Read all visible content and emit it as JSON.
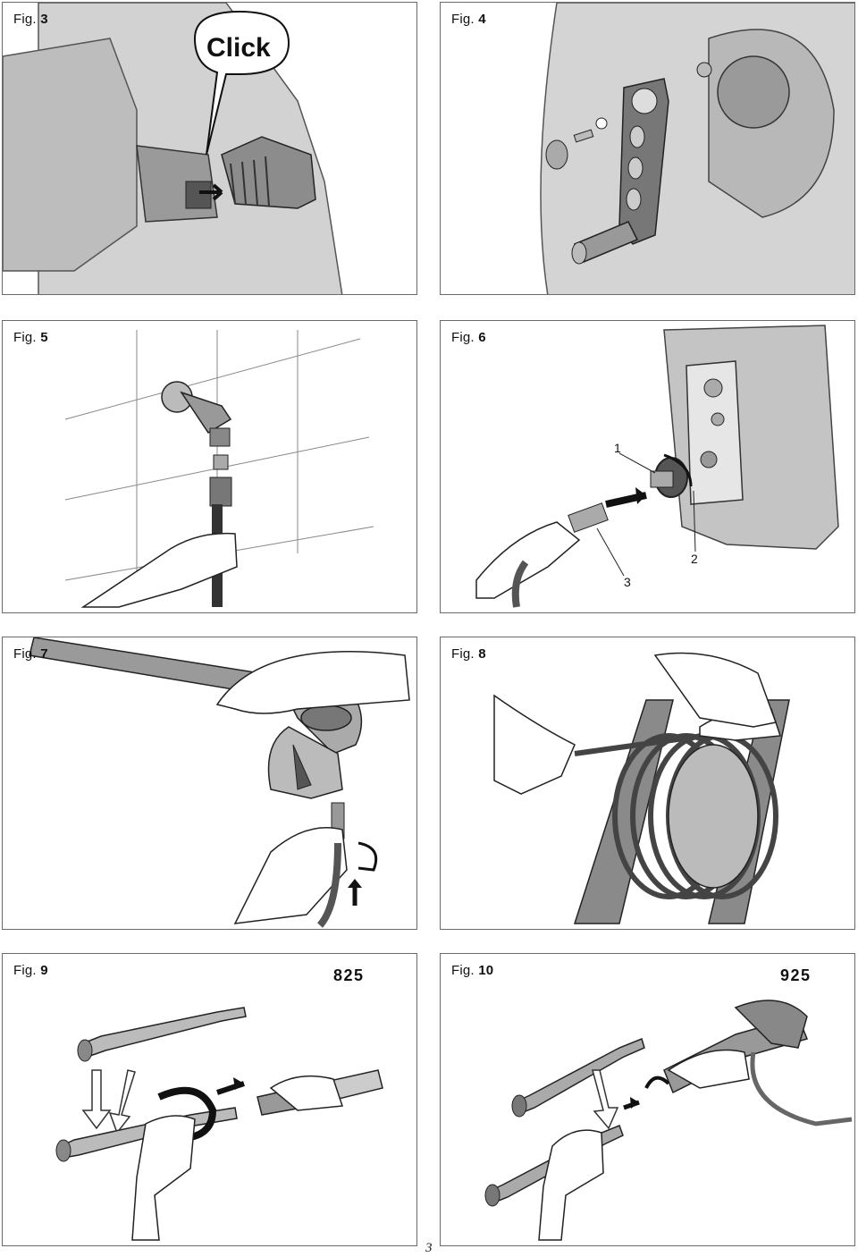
{
  "figures": [
    {
      "prefix": "Fig.",
      "number": "3",
      "speech": "Click"
    },
    {
      "prefix": "Fig.",
      "number": "4"
    },
    {
      "prefix": "Fig.",
      "number": "5"
    },
    {
      "prefix": "Fig.",
      "number": "6",
      "callouts": [
        "1",
        "2",
        "3"
      ]
    },
    {
      "prefix": "Fig.",
      "number": "7"
    },
    {
      "prefix": "Fig.",
      "number": "8"
    },
    {
      "prefix": "Fig.",
      "number": "9",
      "model": "825"
    },
    {
      "prefix": "Fig.",
      "number": "10",
      "model": "925"
    }
  ],
  "page_number": "3",
  "colors": {
    "machine_fill": "#c9c9c9",
    "machine_dark": "#7a7a7a",
    "outline": "#333333",
    "background": "#ffffff"
  }
}
